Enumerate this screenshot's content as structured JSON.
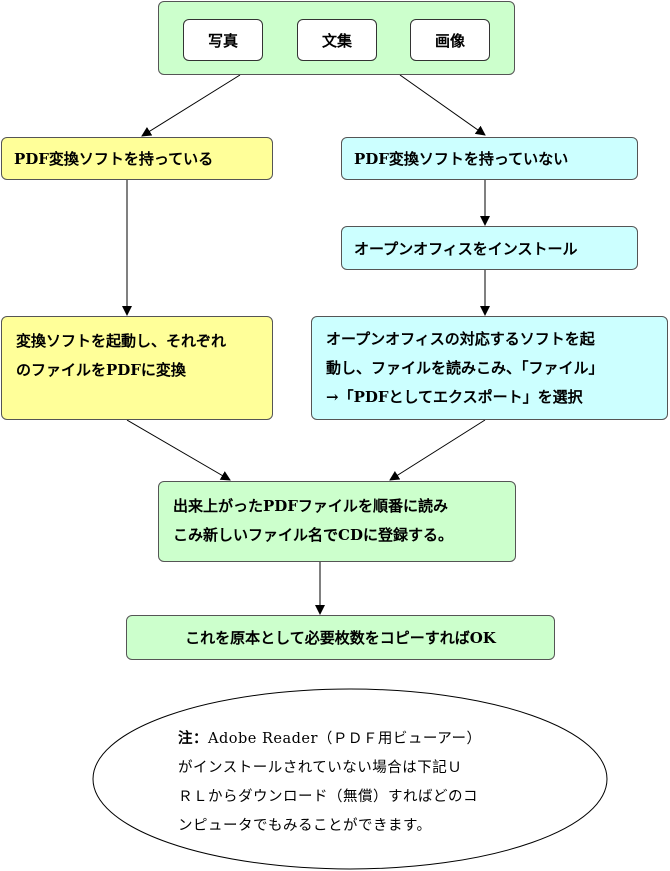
{
  "media": {
    "items": [
      "写真",
      "文集",
      "画像"
    ]
  },
  "left_branch": {
    "condition": "PDF変換ソフトを持っている",
    "action": [
      "変換ソフトを起動し、それぞれ",
      "のファイルをPDFに変換"
    ]
  },
  "right_branch": {
    "condition": "PDF変換ソフトを持っていない",
    "install": "オープンオフィスをインストール",
    "action": [
      "オープンオフィスの対応するソフトを起",
      "動し、ファイルを読みこみ、「ファイル」",
      "→「PDFとしてエクスポート」を選択"
    ]
  },
  "merge": {
    "lines": [
      "出来上がったPDFファイルを順番に読み",
      "こみ新しいファイル名でCDに登録する。"
    ]
  },
  "final": "これを原本として必要枚数をコピーすればOK",
  "note": {
    "label": "注：",
    "lines": [
      "Adobe Reader（ＰＤＦ用ビューアー）",
      "がインストールされていない場合は下記Ｕ",
      "ＲＬからダウンロード（無償）すればどのコ",
      "ンピュータでもみることができます。"
    ]
  }
}
